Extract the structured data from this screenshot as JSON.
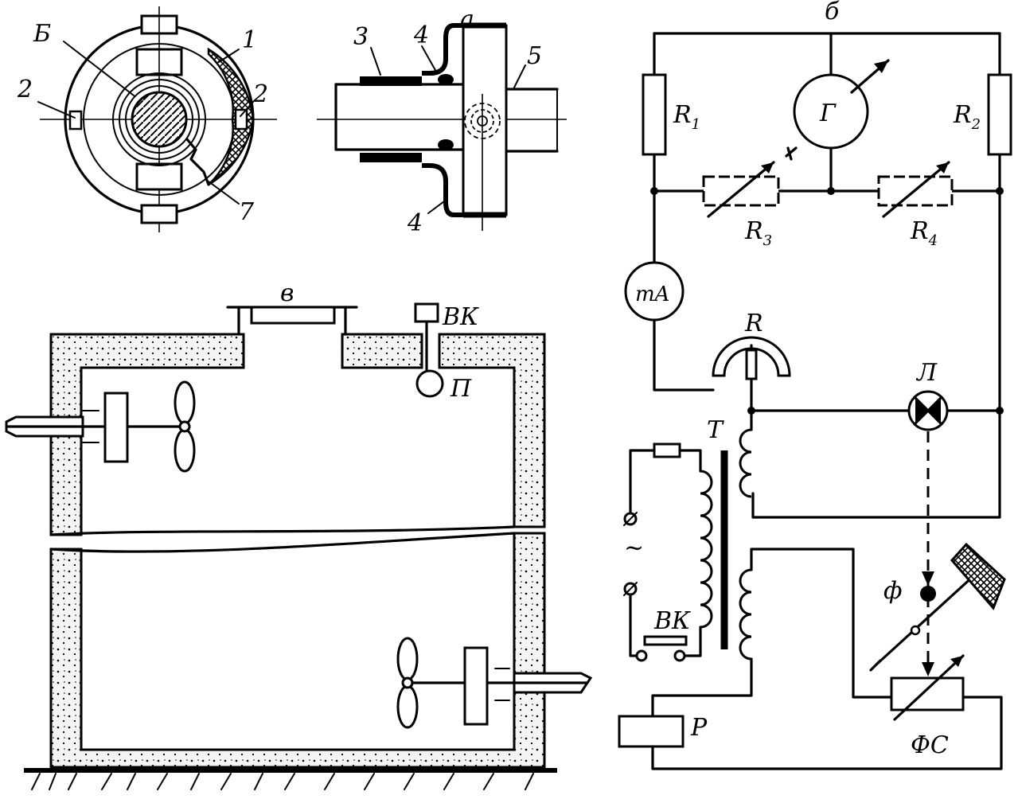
{
  "labels": {
    "panel_a": "а",
    "panel_b": "б",
    "panel_v": "в",
    "a_B": "Б",
    "a_1": "1",
    "a_2_left": "2",
    "a_2_right": "2",
    "a_7": "7",
    "a_3": "3",
    "a_4_top": "4",
    "a_4_bottom": "4",
    "a_5": "5",
    "R1": "R",
    "R1_sub": "1",
    "R2": "R",
    "R2_sub": "2",
    "R3": "R",
    "R3_sub": "3",
    "R4": "R",
    "R4_sub": "4",
    "G": "Г",
    "mA": "mA",
    "R": "R",
    "L": "Л",
    "T": "T",
    "VK_circuit": "ВК",
    "F": "ф",
    "FS": "ФС",
    "P_relay": "P",
    "ac": "~",
    "VK_tank": "ВК",
    "P_tank": "П"
  }
}
